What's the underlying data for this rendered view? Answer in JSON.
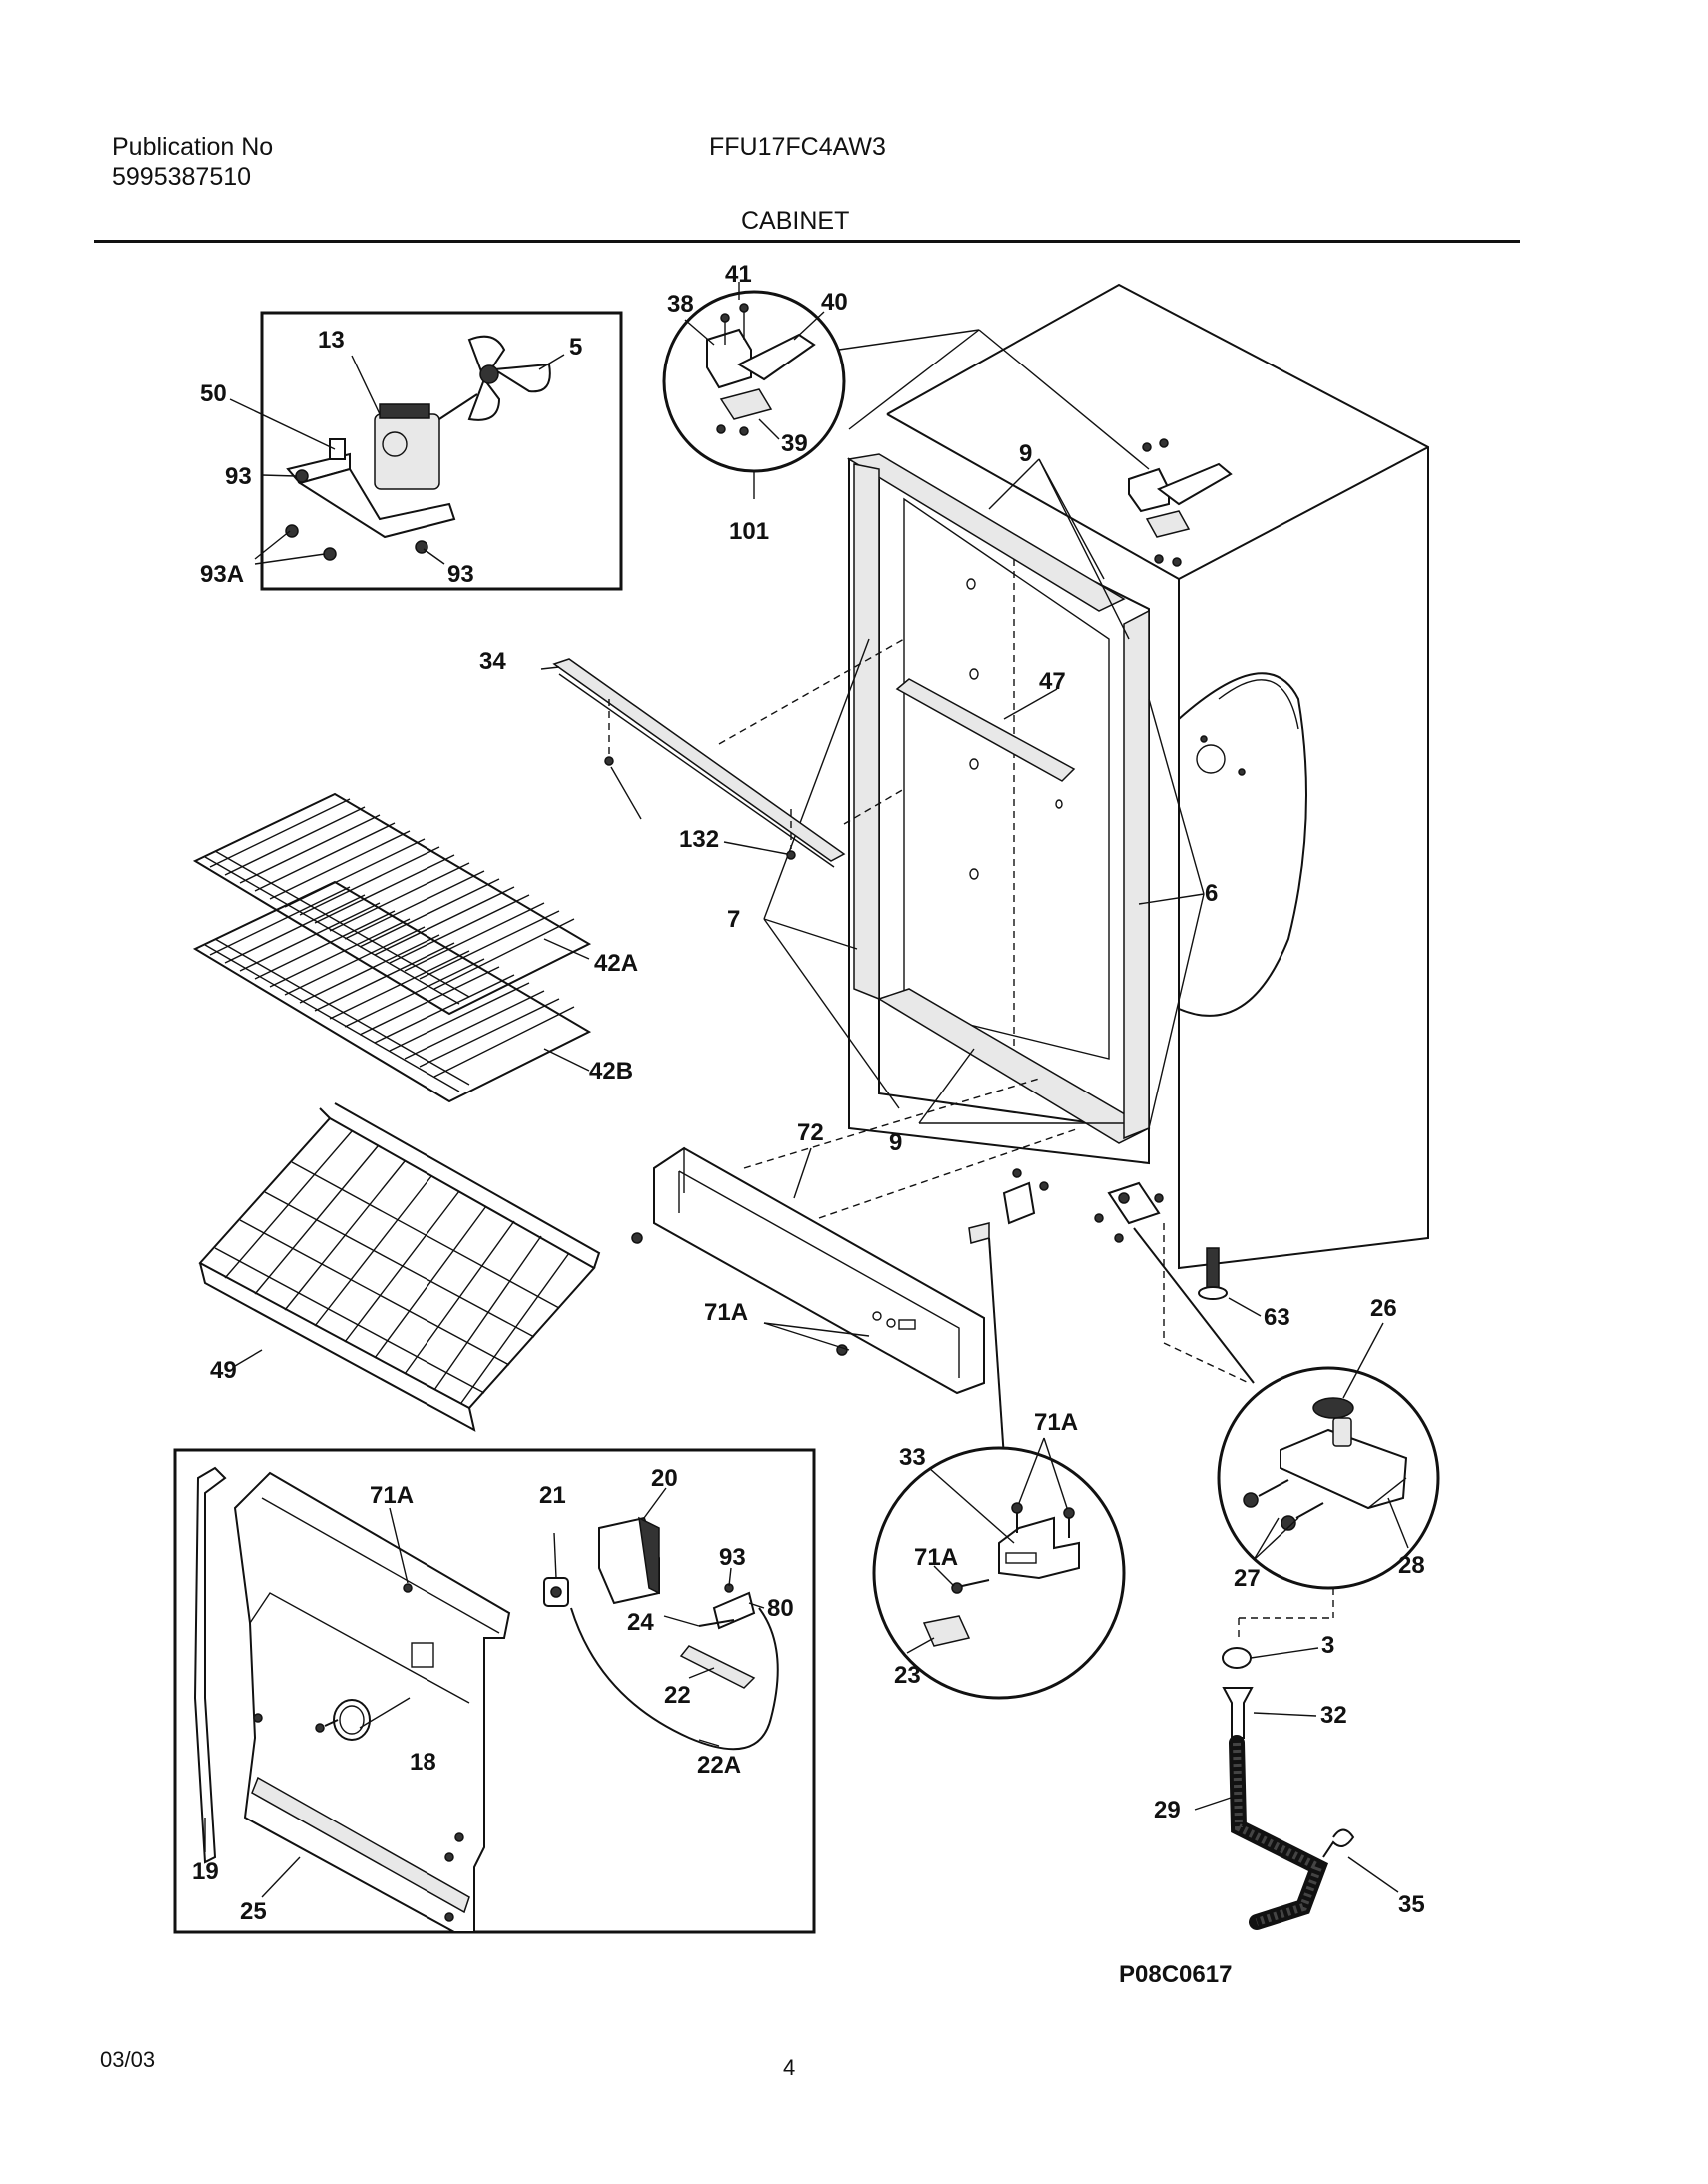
{
  "header": {
    "publication_label": "Publication No",
    "publication_number": "5995387510",
    "model": "FFU17FC4AW3",
    "section": "CABINET"
  },
  "footer": {
    "date": "03/03",
    "page": "4"
  },
  "diagram": {
    "figure_code": "P08C0617",
    "callouts": {
      "c13": "13",
      "c5": "5",
      "c50": "50",
      "c93a": "93",
      "c93b": "93",
      "c93A": "93A",
      "c41": "41",
      "c38": "38",
      "c40": "40",
      "c39": "39",
      "c101": "101",
      "c9a": "9",
      "c9b": "9",
      "c47": "47",
      "c34": "34",
      "c132": "132",
      "c7": "7",
      "c6": "6",
      "c42A": "42A",
      "c42B": "42B",
      "c49": "49",
      "c72": "72",
      "c71Aa": "71A",
      "c63": "63",
      "c26": "26",
      "c27": "27",
      "c28": "28",
      "c3": "3",
      "c32": "32",
      "c29": "29",
      "c35": "35",
      "c71Ab": "71A",
      "c33": "33",
      "c71Ac": "71A",
      "c23": "23",
      "c71Ad": "71A",
      "c21": "21",
      "c20": "20",
      "c93c": "93",
      "c80": "80",
      "c24": "24",
      "c22": "22",
      "c22A": "22A",
      "c18": "18",
      "c19": "19",
      "c25": "25"
    }
  }
}
